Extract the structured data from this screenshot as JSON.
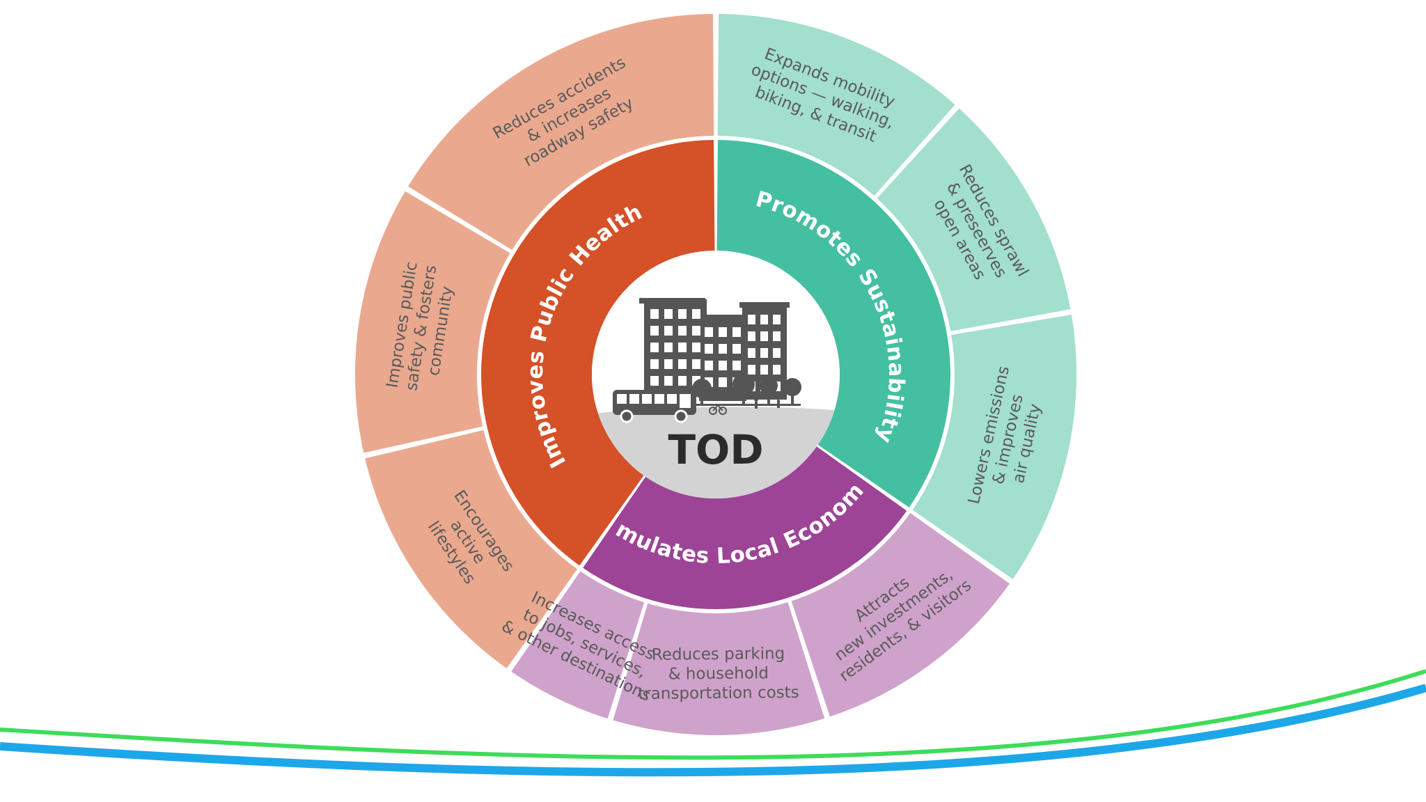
{
  "center": {
    "label": "TOD"
  },
  "colors": {
    "health_inner": "#d55127",
    "health_outer": "#eaa98f",
    "sustain_inner": "#45bfa1",
    "sustain_outer": "#a2dfcd",
    "economy_inner": "#9d4496",
    "economy_outer": "#cfa2cb",
    "center_bg": "#ffffff",
    "ground": "#d3d3d3",
    "building": "#555555",
    "wave_green": "#3ddc5a",
    "wave_blue": "#1ea7e8"
  },
  "categories": [
    {
      "key": "health",
      "label": "Improves Public Health",
      "benefits": [
        {
          "lines": [
            "Encourages",
            "active",
            "lifestyles"
          ]
        },
        {
          "lines": [
            "Improves public",
            "safety & fosters",
            "community"
          ]
        },
        {
          "lines": [
            "Reduces accidents",
            "& increases",
            "roadway safety"
          ]
        }
      ]
    },
    {
      "key": "sustain",
      "label": "Promotes Sustainability",
      "benefits": [
        {
          "lines": [
            "Expands mobility",
            "options — walking,",
            "biking, & transit"
          ]
        },
        {
          "lines": [
            "Reduces sprawl",
            "& preseerves",
            "open areas"
          ]
        },
        {
          "lines": [
            "Lowers emissions",
            "& improves",
            "air quality"
          ]
        }
      ]
    },
    {
      "key": "economy",
      "label": "Stimulates Local Economies",
      "benefits": [
        {
          "lines": [
            "Attracts",
            "new investments,",
            "residents, & visitors"
          ]
        },
        {
          "lines": [
            "Reduces parking",
            "& household",
            "transportation costs"
          ]
        },
        {
          "lines": [
            "Increases access",
            "to jobs, services,",
            "& other destinations"
          ]
        }
      ]
    }
  ]
}
